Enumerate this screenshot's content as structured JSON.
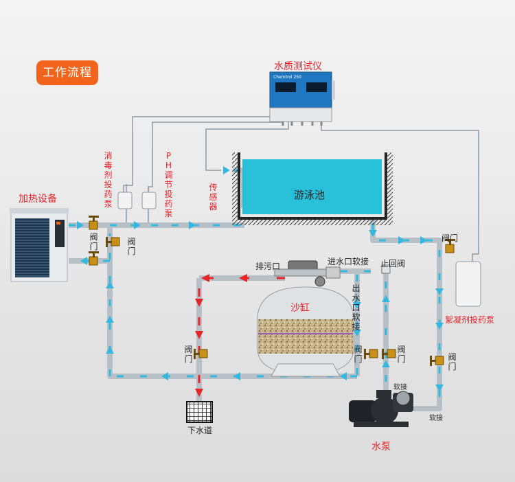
{
  "header": {
    "badge": "工作流程"
  },
  "labels": {
    "tester": "水质测试仪",
    "disinfectant_pump": "消毒剂投药泵",
    "ph_pump": "PH调节投药泵",
    "sensor": "传感器",
    "pool": "游泳池",
    "heater": "加热设备",
    "valve": "阀门",
    "drain_port": "排污口",
    "inlet_hose": "进水口软接",
    "check_valve": "止回阀",
    "outlet_hose": "出水口软接",
    "sand_tank": "沙缸",
    "flocculant_pump": "絮凝剂投药泵",
    "soft_joint": "软接",
    "pump": "水泵",
    "sewer": "下水道"
  },
  "device": {
    "brand": "Chemtrol 250"
  },
  "colors": {
    "accent": "#f2641c",
    "red": "#e8232a",
    "flow": "#35b8e0",
    "pool": "#29c0da"
  }
}
